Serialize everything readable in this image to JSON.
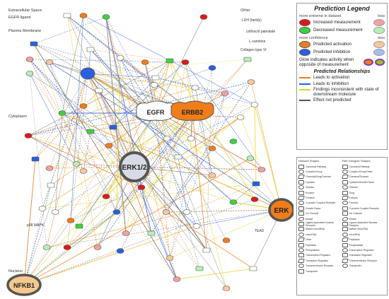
{
  "legend": {
    "title": "Prediction Legend",
    "group1": {
      "left": "more extreme in dataset",
      "right": "less"
    },
    "items1": [
      {
        "label": "Increased measurement",
        "fill": "#e01818",
        "light": "#f4a0a0"
      },
      {
        "label": "Decreased measurement",
        "fill": "#3ed13e",
        "light": "#b6f0b6"
      }
    ],
    "group2": {
      "left": "more confidence",
      "right": "less"
    },
    "items2": [
      {
        "label": "Predicted activation",
        "fill": "#f07d1a",
        "light": "#f9c79a"
      },
      {
        "label": "Predicted inhibition",
        "fill": "#2a5fe0",
        "light": "#a4bff5"
      }
    ],
    "glow": "Glow indicates activity when opposite of measurement",
    "relations_title": "Predicted Relationships",
    "relations": [
      {
        "label": "Leads to activation",
        "color": "#f07d1a"
      },
      {
        "label": "Leads to inhibition",
        "color": "#2a5fe0"
      },
      {
        "label": "Findings inconsistent with state of downstream molecule",
        "color": "#e6d21a"
      },
      {
        "label": "Effect not predicted",
        "color": "#555555"
      }
    ]
  },
  "shapes": {
    "network_title": "Network Shapes",
    "path_title": "Path Designer Shapes",
    "network": [
      "Canonical Pathway",
      "Complex/Group",
      "Chemical/Drug/Toxicant",
      "Cytokine",
      "Disease",
      "Enzyme",
      "Function",
      "G-protein Coupled Receptor",
      "Growth Factor",
      "Ion Channel",
      "Kinase",
      "Ligand-dependent Nuclear Receptor",
      "Mature microRNA",
      "microRNA",
      "Other",
      "Peptidase",
      "Phosphatase",
      "Transcription Regulator",
      "Translation Regulator",
      "Transmembrane Receptor",
      "Transporter"
    ],
    "path": [
      "Canonical Pathway",
      "Complex/Group/Other",
      "Chemical/Toxicant",
      "Cytokine/Growth Factor",
      "Disease",
      "Drug",
      "Enzyme",
      "Function",
      "G-protein Coupled Receptor",
      "Ion Channel",
      "Kinase",
      "Ligand-dependent Nuclear Receptor",
      "Mature microRNA",
      "microRNA",
      "Peptidase",
      "Phosphatase",
      "Transcription Regulator",
      "Translation Regulator",
      "Transmembrane Receptor",
      "Transporter"
    ]
  },
  "compartments": {
    "extracellular": "Extracellular Space",
    "egfr_ligand": "EGFR ligand",
    "plasma_membrane": "Plasma Membrane",
    "cytoplasm": "Cytoplasm",
    "nucleus": "Nucleus",
    "other": "Other"
  },
  "hubs": {
    "erk12": "ERK1/2",
    "egfr": "EGFR",
    "erbb2": "ERBB2",
    "erk": "ERK",
    "nfkb1": "NFKB1"
  },
  "nodes": {
    "ldh": "LDH (family)",
    "cofficient": "colfoscirl palmitate",
    "lcarnitine": "L-carnitine",
    "collagen": "Collagen type VI",
    "p38": "p38 MAPK",
    "tead": "TEAD"
  }
}
